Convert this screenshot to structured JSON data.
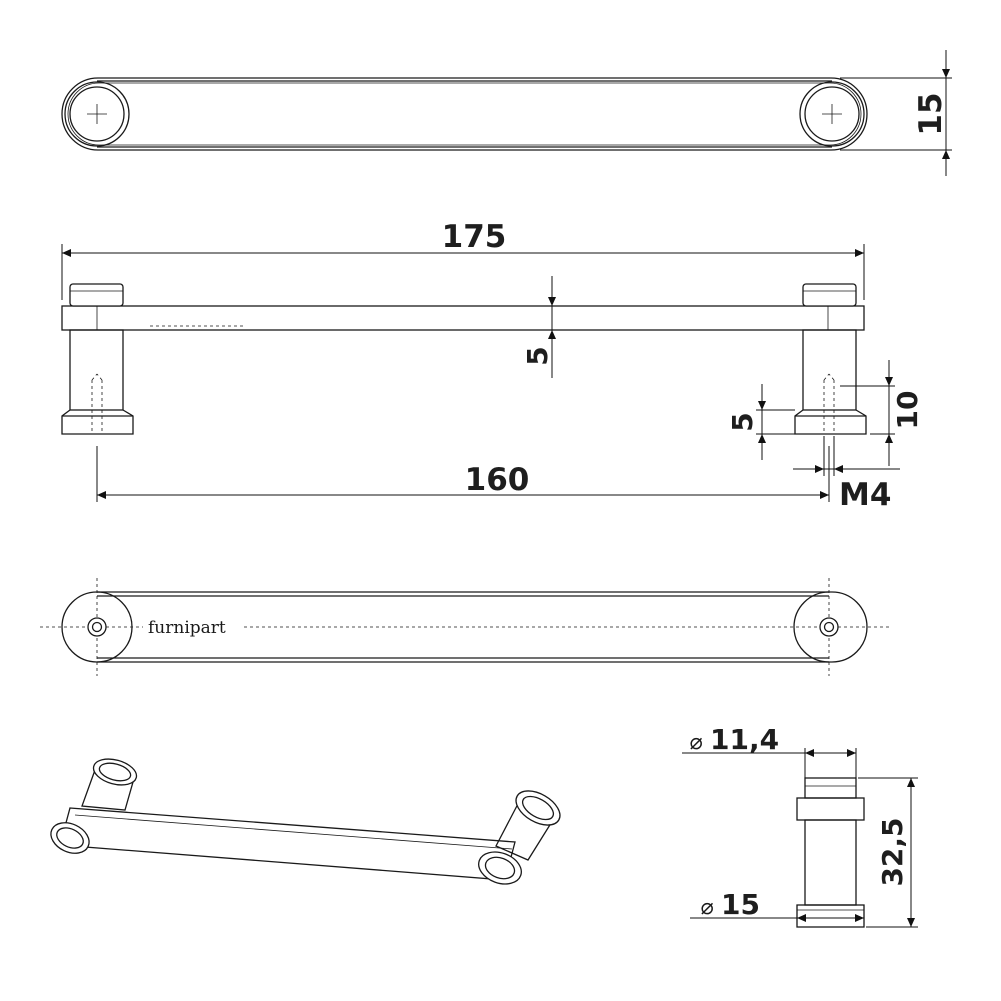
{
  "colors": {
    "line": "#1a1a1a",
    "dimension_text": "#1e1e1e",
    "thread_label": "#b41e24",
    "background": "#ffffff"
  },
  "dimensions": {
    "top_height": "15",
    "overall_length": "175",
    "bar_thickness": "5",
    "hole_spacing": "160",
    "thread_depth": "10",
    "base_height": "5",
    "thread_size": "M4",
    "post_diameter": "11,4",
    "base_diameter": "15",
    "post_height": "32,5",
    "diameter_symbol": "⌀"
  },
  "brand": {
    "logo_text": "furnipart"
  }
}
